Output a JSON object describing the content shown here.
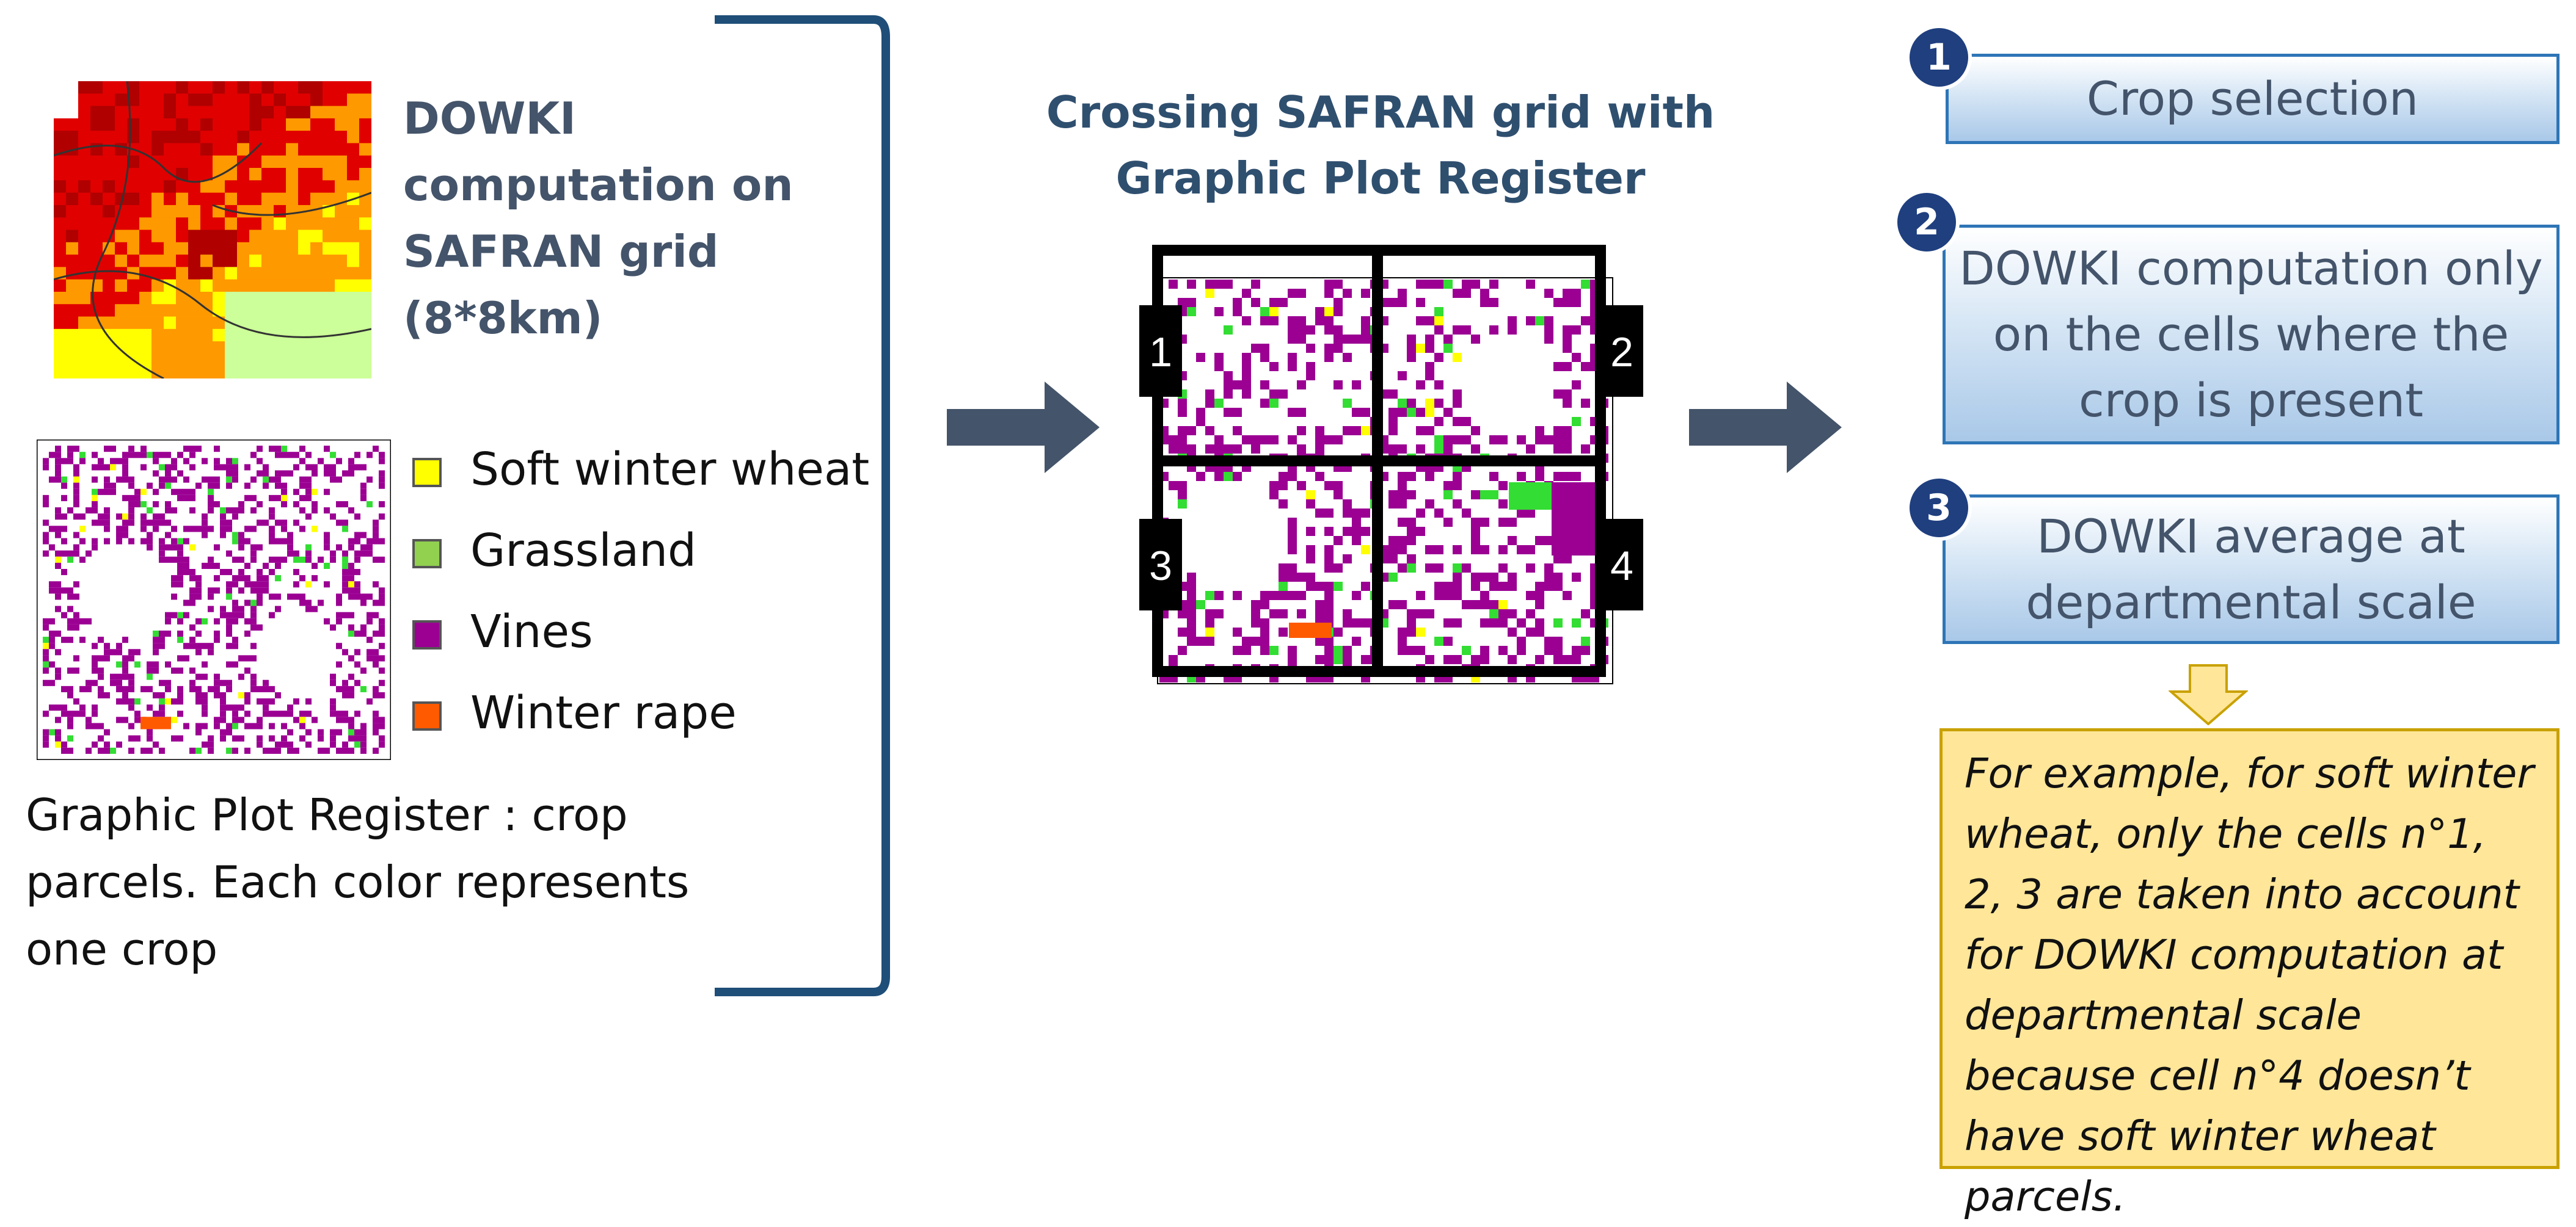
{
  "left": {
    "dowki_title": "DOWKI computation on SAFRAN grid (8*8km)",
    "legend": [
      {
        "label": "Soft winter wheat",
        "color": "#ffff00"
      },
      {
        "label": "Grassland",
        "color": "#92d050"
      },
      {
        "label": "Vines",
        "color": "#9b0093"
      },
      {
        "label": "Winter rape",
        "color": "#ff5a00"
      }
    ],
    "gpr_caption": "Graphic Plot Register : crop parcels. Each color represents one crop"
  },
  "middle": {
    "title": "Crossing SAFRAN grid with Graphic Plot Register",
    "cells": [
      "1",
      "2",
      "3",
      "4"
    ]
  },
  "right": {
    "steps": [
      {
        "num": "1",
        "label": "Crop selection"
      },
      {
        "num": "2",
        "label": "DOWKI computation only on the cells where the crop is present"
      },
      {
        "num": "3",
        "label": "DOWKI average at departmental scale"
      }
    ],
    "example": "For example, for soft winter wheat, only the cells n°1, 2, 3 are taken into account for DOWKI computation at departmental scale because cell n°4 doesn’t have soft winter wheat parcels."
  },
  "colors": {
    "heat_dark": "#b00000",
    "heat_red": "#e00000",
    "heat_orange": "#ff9900",
    "heat_yellow": "#ffff00",
    "heat_green": "#ccff99",
    "vines": "#9b0093",
    "grassland": "#33dd33",
    "wheat": "#ffff00",
    "rape": "#ff5a00",
    "arrow": "#44546a",
    "bracket": "#1f4e79"
  }
}
